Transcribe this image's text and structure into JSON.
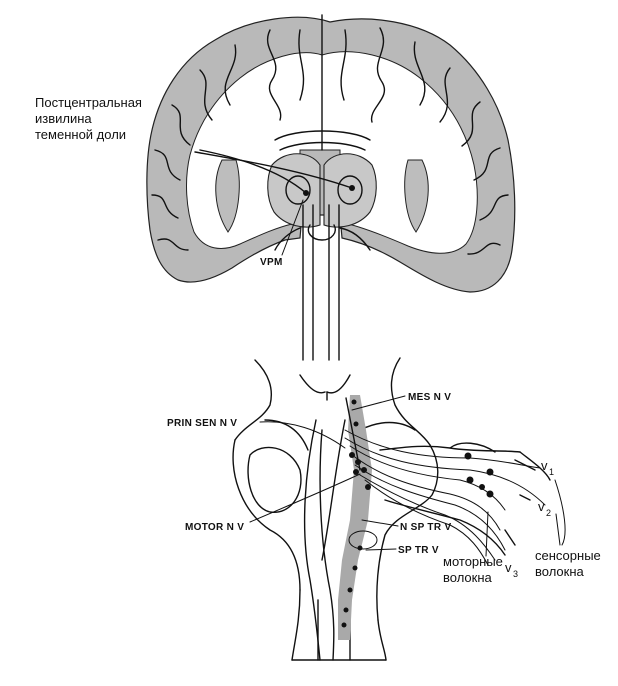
{
  "labels": {
    "postcentral": [
      "Постцентральная",
      "извилина",
      "теменной доли"
    ],
    "vpm": "VPM",
    "mes_n_v": "MES N V",
    "prin_sen_n_v": "PRIN SEN N V",
    "motor_n_v": "MOTOR N V",
    "n_sp_tr_v": "N SP TR V",
    "sp_tr_v": "SP TR V",
    "motor_fibers": [
      "моторные",
      "волокна"
    ],
    "sensory_fibers": [
      "сенсорные",
      "волокна"
    ],
    "v": "v",
    "sub1": "1",
    "sub2": "2",
    "sub3": "3"
  },
  "colors": {
    "ink": "#111111",
    "cortex_grey": "#b9b9b9",
    "nucleus_grey": "#a9a9a9",
    "background": "#ffffff"
  }
}
